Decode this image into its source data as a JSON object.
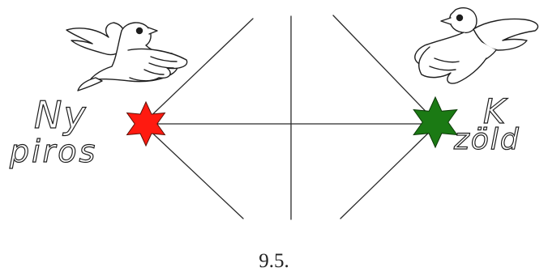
{
  "figure": {
    "caption": "9.5.",
    "left_player": {
      "label_top": "Ny",
      "label_bottom": "piros",
      "star_color": "#ff1a10",
      "icon": "bird-icon"
    },
    "right_player": {
      "label_top": "K",
      "label_bottom": "zöld",
      "star_color": "#1b7a14",
      "icon": "bird-icon"
    }
  }
}
